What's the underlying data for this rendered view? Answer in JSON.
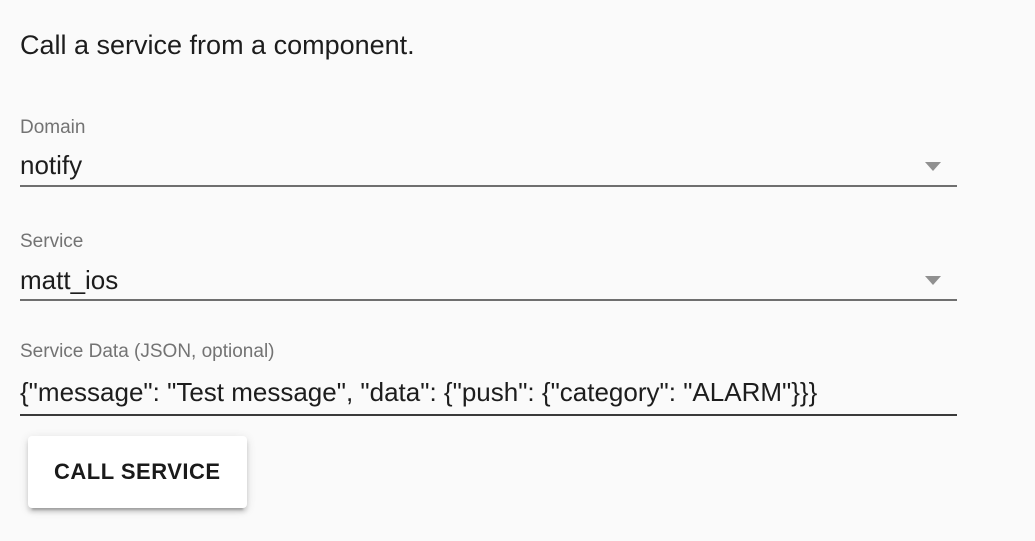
{
  "page": {
    "title": "Call a service from a component.",
    "background_color": "#fafafa"
  },
  "form": {
    "fields": [
      {
        "label": "Domain",
        "value": "notify",
        "type": "dropdown"
      },
      {
        "label": "Service",
        "value": "matt_ios",
        "type": "dropdown"
      },
      {
        "label": "Service Data (JSON, optional)",
        "value": "{\"message\": \"Test message\", \"data\": {\"push\": {\"category\": \"ALARM\"}}}",
        "type": "text-input"
      }
    ],
    "submit_label": "CALL SERVICE"
  },
  "icons": {
    "dropdown": "arrow-drop-down"
  },
  "colors": {
    "text_primary": "#1d1d1d",
    "label_gray": "#737373",
    "underline_gray": "#6f6f6f",
    "underline_dark": "#3a3a3a",
    "arrow_gray": "#909090",
    "button_background": "#ffffff"
  }
}
